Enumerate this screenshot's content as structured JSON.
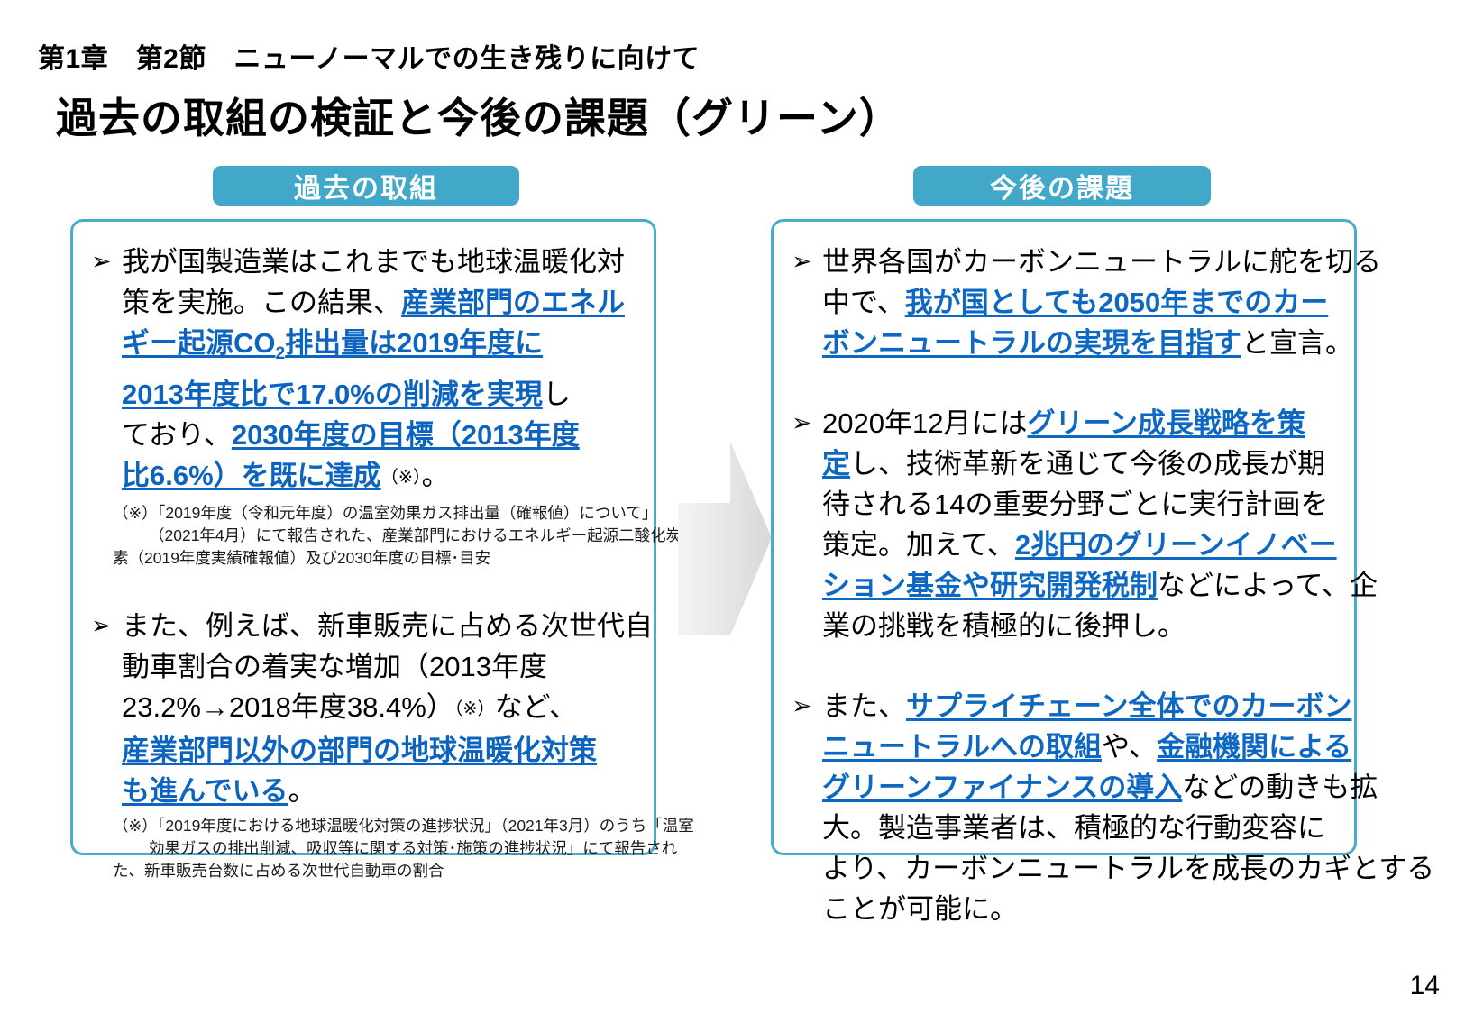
{
  "header": {
    "chapter": "第1章　第2節　ニューノーマルでの生き残りに向けて",
    "title": "過去の取組の検証と今後の課題（グリーン）"
  },
  "badges": {
    "left": "過去の取組",
    "right": "今後の課題",
    "color": "#41A8C9"
  },
  "colors": {
    "badge_bg": "#41A8C9",
    "panel_border": "#49ACCB",
    "emphasis_text": "#0C64C0",
    "arrow_fill": "#E6E6E6"
  },
  "icons": {
    "bullet_marker": "➢",
    "arrow": "right-arrow-shape"
  },
  "left_panel": {
    "bullet1": {
      "lines": [
        [
          {
            "t": "我が国製造業はこれまでも地球温暖化対",
            "e": false
          }
        ],
        [
          {
            "t": "策を実施。この結果、",
            "e": false
          },
          {
            "t": "産業部門のエネル",
            "e": true
          }
        ],
        [
          {
            "t": "ギー起源CO",
            "e": true
          },
          {
            "t": "2",
            "e": true,
            "sub": true
          },
          {
            "t": "排出量は2019年度に",
            "e": true
          }
        ],
        [
          {
            "t": "2013年度比で17.0%の削減を実現",
            "e": true
          },
          {
            "t": "し",
            "e": false
          }
        ],
        [
          {
            "t": "ており、",
            "e": false
          },
          {
            "t": "2030年度の目標（2013年度",
            "e": true
          }
        ],
        [
          {
            "t": "比6.6%）を既に達成",
            "e": true
          },
          {
            "t": "（※）",
            "e": false,
            "small": true
          },
          {
            "t": "。",
            "e": false
          }
        ]
      ],
      "footnote": [
        "（※）「2019年度（令和元年度）の温室効果ガス排出量（確報値）について」",
        "（2021年4月）にて報告された、産業部門におけるエネルギー起源二酸化炭",
        "素（2019年度実績確報値）及び2030年度の目標･目安"
      ]
    },
    "bullet2": {
      "lines": [
        [
          {
            "t": "また、例えば、新車販売に占める次世代自",
            "e": false
          }
        ],
        [
          {
            "t": "動車割合の着実な増加（2013年度",
            "e": false
          }
        ],
        [
          {
            "t": "23.2%→2018年度38.4%）",
            "e": false
          },
          {
            "t": "（※）",
            "e": false,
            "small": true
          },
          {
            "t": "など、",
            "e": false
          }
        ],
        [
          {
            "t": "産業部門以外の部門の地球温暖化対策",
            "e": true
          }
        ],
        [
          {
            "t": "も進んでいる",
            "e": true
          },
          {
            "t": "。",
            "e": false
          }
        ]
      ],
      "footnote": [
        "（※）「2019年度における地球温暖化対策の進捗状況」（2021年3月）のうち「温室",
        "効果ガスの排出削減、吸収等に関する対策･施策の進捗状況」にて報告され",
        "た、新車販売台数に占める次世代自動車の割合"
      ]
    }
  },
  "right_panel": {
    "bullet1": {
      "lines": [
        [
          {
            "t": "世界各国がカーボンニュートラルに舵を切る",
            "e": false
          }
        ],
        [
          {
            "t": "中で、",
            "e": false
          },
          {
            "t": "我が国としても2050年までのカー",
            "e": true
          }
        ],
        [
          {
            "t": "ボンニュートラルの実現を目指す",
            "e": true
          },
          {
            "t": "と宣言。",
            "e": false
          }
        ]
      ]
    },
    "bullet2": {
      "lines": [
        [
          {
            "t": "2020年12月には",
            "e": false
          },
          {
            "t": "グリーン成長戦略を策",
            "e": true
          }
        ],
        [
          {
            "t": "定",
            "e": true
          },
          {
            "t": "し、技術革新を通じて今後の成長が期",
            "e": false
          }
        ],
        [
          {
            "t": "待される14の重要分野ごとに実行計画を",
            "e": false
          }
        ],
        [
          {
            "t": "策定。加えて、",
            "e": false
          },
          {
            "t": "2兆円のグリーンイノベー",
            "e": true
          }
        ],
        [
          {
            "t": "ション基金や研究開発税制",
            "e": true
          },
          {
            "t": "などによって、企",
            "e": false
          }
        ],
        [
          {
            "t": "業の挑戦を積極的に後押し。",
            "e": false
          }
        ]
      ]
    },
    "bullet3": {
      "lines": [
        [
          {
            "t": "また、",
            "e": false
          },
          {
            "t": "サプライチェーン全体でのカーボン",
            "e": true
          }
        ],
        [
          {
            "t": "ニュートラルへの取組",
            "e": true
          },
          {
            "t": "や、",
            "e": false
          },
          {
            "t": "金融機関による",
            "e": true
          }
        ],
        [
          {
            "t": "グリーンファイナンスの導入",
            "e": true
          },
          {
            "t": "などの動きも拡",
            "e": false
          }
        ],
        [
          {
            "t": "大。製造事業者は、積極的な行動変容に",
            "e": false
          }
        ],
        [
          {
            "t": "より、カーボンニュートラルを成長のカギとする",
            "e": false
          }
        ],
        [
          {
            "t": "ことが可能に。",
            "e": false
          }
        ]
      ]
    }
  },
  "footer": {
    "page_number": "14"
  }
}
